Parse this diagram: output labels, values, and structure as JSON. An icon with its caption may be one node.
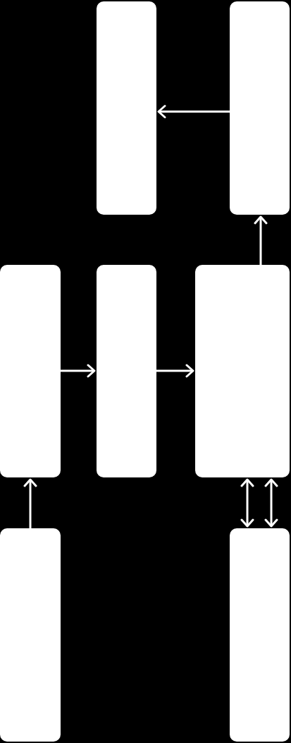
{
  "diagram": {
    "nodes": [
      {
        "text": [],
        "shape": "box"
      },
      {
        "text": [],
        "shape": "box"
      },
      {
        "text": [],
        "shape": "box"
      },
      {
        "text": [],
        "shape": "box"
      },
      {
        "text": [],
        "shape": "box"
      },
      {
        "text": [],
        "shape": "box"
      },
      {
        "text": [],
        "shape": "box"
      }
    ],
    "edges": [
      {
        "from": 1,
        "to": 0,
        "arrow": "to"
      },
      {
        "from": 4,
        "to": 1,
        "arrow": "to"
      },
      {
        "from": 2,
        "to": 3,
        "arrow": "to"
      },
      {
        "from": 3,
        "to": 4,
        "arrow": "to"
      },
      {
        "from": 5,
        "to": 2,
        "arrow": "to"
      },
      {
        "from": 4,
        "to": 6,
        "arrow": "both"
      },
      {
        "from": 4,
        "to": 6,
        "arrow": "both"
      }
    ]
  }
}
